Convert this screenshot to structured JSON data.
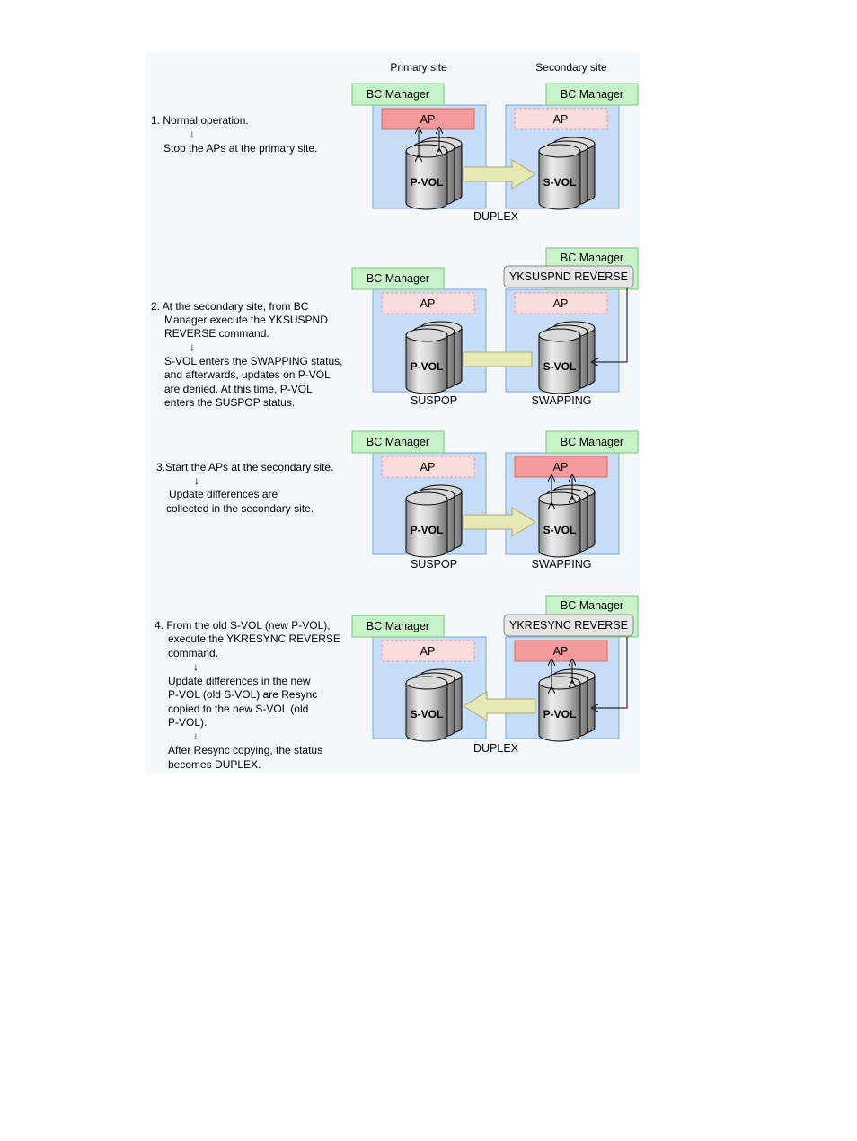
{
  "headers": {
    "primary": "Primary site",
    "secondary": "Secondary site"
  },
  "manager_label": "BC Manager",
  "ap_label": "AP",
  "arrow": "↓",
  "steps": [
    {
      "desc1": "1. Normal operation.",
      "desc2": "Stop the APs at the primary site.",
      "left_vol": "P-VOL",
      "right_vol": "S-VOL",
      "status_center": "DUPLEX"
    },
    {
      "command": "YKSUSPND REVERSE",
      "desc1": "2. At the secondary site, from BC",
      "desc2": "Manager execute the YKSUSPND",
      "desc3": "REVERSE command.",
      "desc4": "S-VOL enters the SWAPPING status,",
      "desc5": "and afterwards, updates on P-VOL",
      "desc6": "are denied.  At this time, P-VOL",
      "desc7": "enters the SUSPOP status.",
      "left_vol": "P-VOL",
      "right_vol": "S-VOL",
      "status_left": "SUSPOP",
      "status_right": "SWAPPING"
    },
    {
      "desc1": "3.Start the APs at the secondary site.",
      "desc2": "Update differences are",
      "desc3": "collected in the secondary site.",
      "left_vol": "P-VOL",
      "right_vol": "S-VOL",
      "status_left": "SUSPOP",
      "status_right": "SWAPPING"
    },
    {
      "command": "YKRESYNC REVERSE",
      "desc1": "4. From the old S-VOL (new P-VOL),",
      "desc2": "execute the YKRESYNC REVERSE",
      "desc3": "command.",
      "desc4": "Update differences in the new",
      "desc5": "P-VOL (old S-VOL) are Resync",
      "desc6": "copied  to the new S-VOL (old",
      "desc7": "P-VOL).",
      "desc8": "After Resync copying, the status",
      "desc9": "becomes DUPLEX.",
      "left_vol": "S-VOL",
      "right_vol": "P-VOL",
      "status_center": "DUPLEX"
    }
  ],
  "colors": {
    "panel": "#c6dcf7",
    "panel_border": "#7aa8d8",
    "manager": "#c8f2c8",
    "manager_border": "#79c779",
    "ap_active": "#f59a9a",
    "ap_inactive": "#fbdcdc",
    "copy_arrow": "#e8e8b4",
    "command_box": "#e6e6e6"
  }
}
